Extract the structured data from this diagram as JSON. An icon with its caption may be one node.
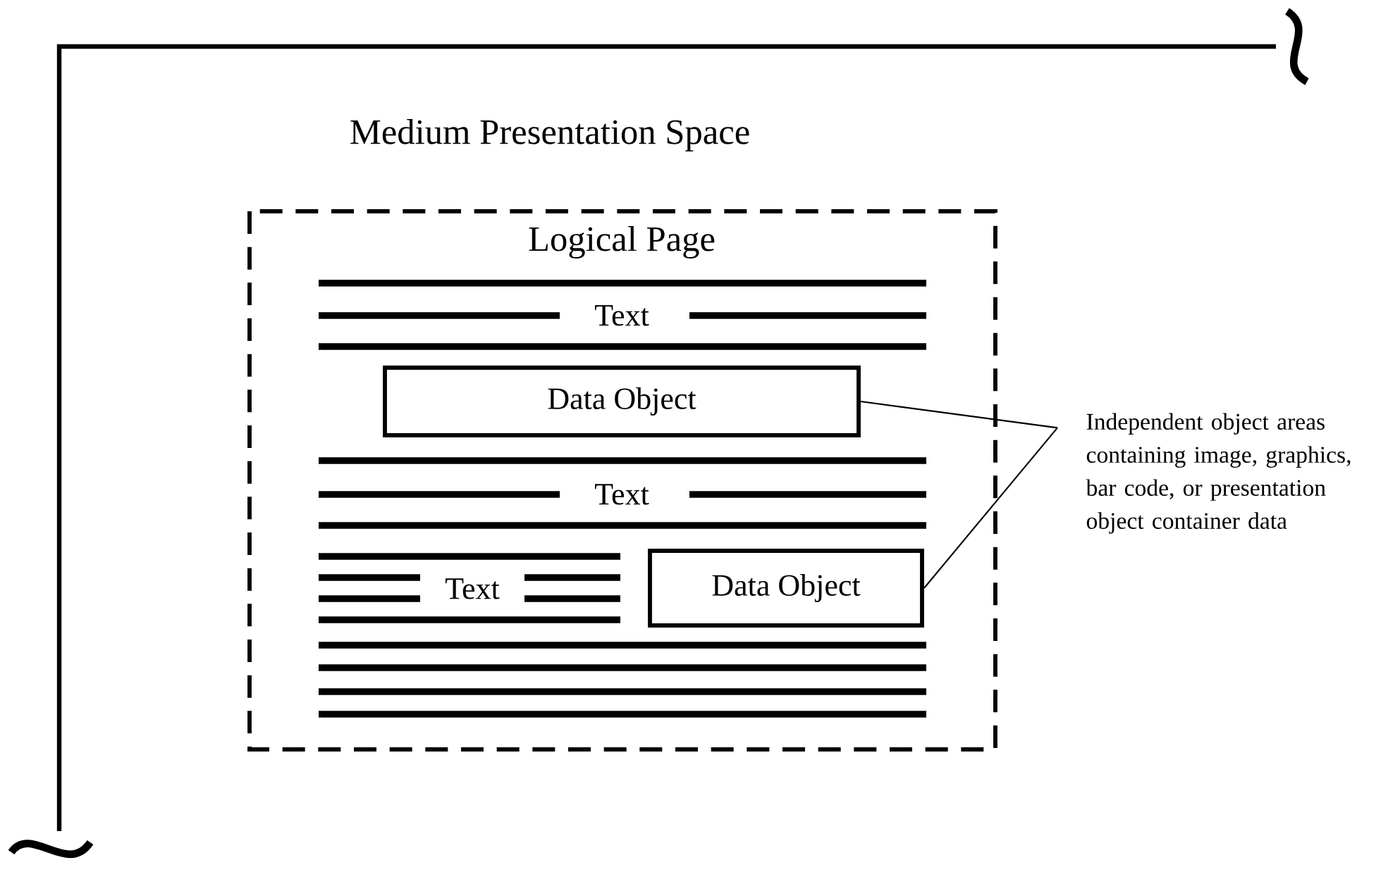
{
  "diagram": {
    "nodes": [
      {
        "text": [
          "Medium Presentation Space"
        ]
      },
      {
        "text": [
          "Logical Page"
        ],
        "in": 0
      },
      {
        "text": [
          "Text"
        ],
        "in": 1
      },
      {
        "text": [
          "Data Object"
        ],
        "in": 1
      },
      {
        "text": [
          "Text"
        ],
        "in": 1
      },
      {
        "text": [
          "Text"
        ],
        "in": 1
      },
      {
        "text": [
          "Data Object"
        ],
        "in": 1
      },
      {
        "text": [
          "Independent object areas containing image, graphics, bar code, or presentation object container data"
        ]
      }
    ],
    "edges": [
      {
        "from": 7,
        "to": 3,
        "arrow": "none"
      },
      {
        "from": 7,
        "to": 6,
        "arrow": "none"
      }
    ]
  }
}
